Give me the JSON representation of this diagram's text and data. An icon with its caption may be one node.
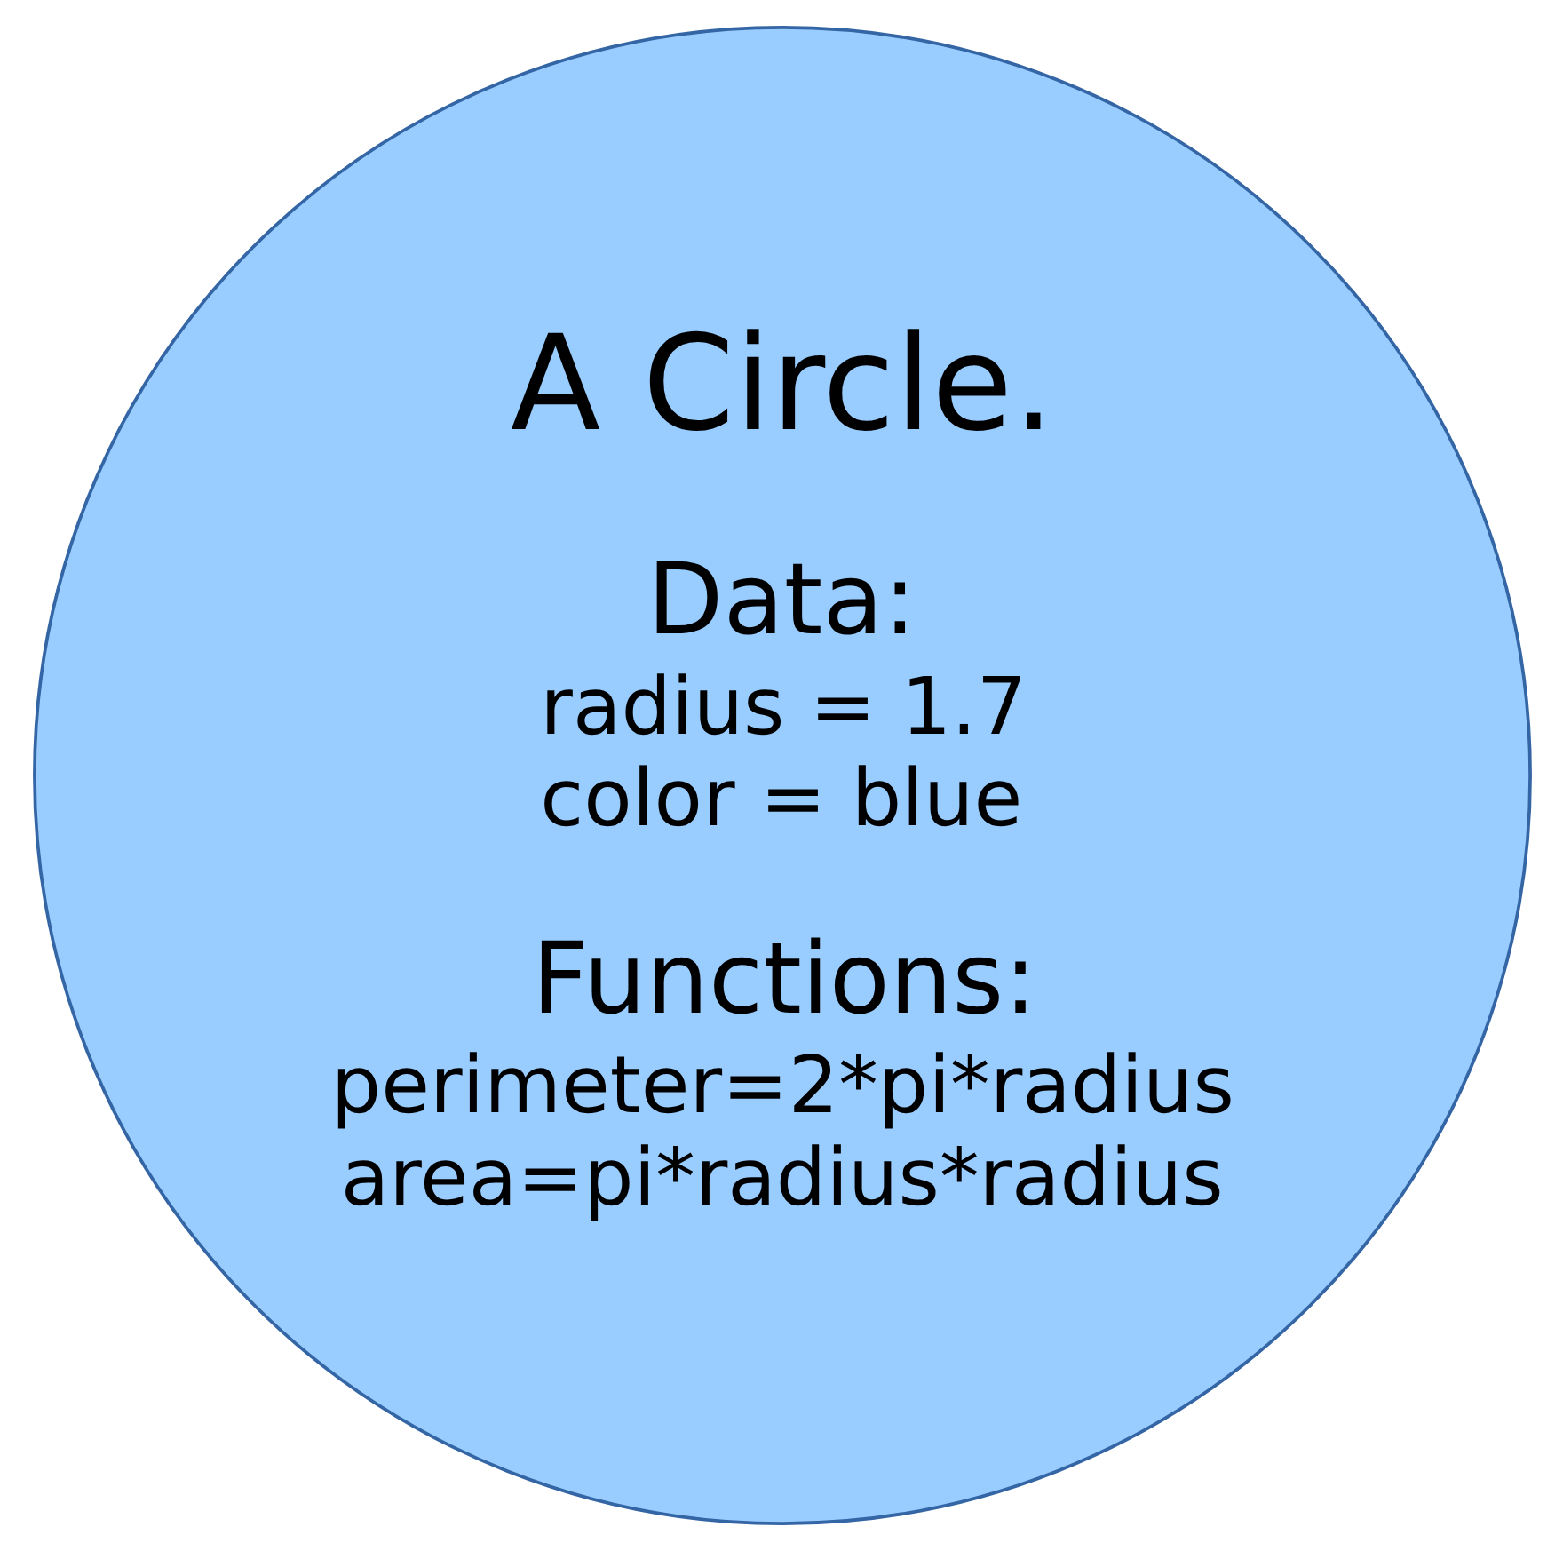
{
  "diagram": {
    "nodes": [
      {
        "text": [
          "A Circle.",
          "Data:",
          "radius = 1.7",
          "color = blue",
          "Functions:",
          "perimeter=2*pi*radius",
          "area=pi*radius*radius"
        ]
      }
    ]
  }
}
